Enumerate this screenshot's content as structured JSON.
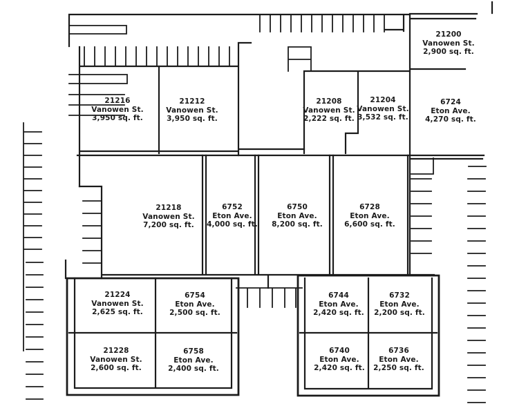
{
  "plan": {
    "ink_color": "#1b1b1b",
    "paper_color": "#ffffff",
    "streets_mentioned": [
      "Vanowen St.",
      "Eton Ave."
    ]
  },
  "units": [
    {
      "number": "21216",
      "street": "Vanowen St.",
      "area": "3,950 sq. ft."
    },
    {
      "number": "21212",
      "street": "Vanowen St.",
      "area": "3,950 sq. ft."
    },
    {
      "number": "21208",
      "street": "Vanowen St.",
      "area": "2,222 sq. ft."
    },
    {
      "number": "21204",
      "street": "Vanowen St.",
      "area": "3,532 sq. ft."
    },
    {
      "number": "21200",
      "street": "Vanowen St.",
      "area": "2,900 sq. ft."
    },
    {
      "number": "6724",
      "street": "Eton Ave.",
      "area": "4,270 sq. ft."
    },
    {
      "number": "21218",
      "street": "Vanowen St.",
      "area": "7,200 sq. ft."
    },
    {
      "number": "6752",
      "street": "Eton Ave.",
      "area": "4,000 sq. ft."
    },
    {
      "number": "6750",
      "street": "Eton Ave.",
      "area": "8,200 sq. ft."
    },
    {
      "number": "6728",
      "street": "Eton Ave.",
      "area": "6,600 sq. ft."
    },
    {
      "number": "21224",
      "street": "Vanowen St.",
      "area": "2,625 sq. ft."
    },
    {
      "number": "6754",
      "street": "Eton Ave.",
      "area": "2,500 sq. ft."
    },
    {
      "number": "21228",
      "street": "Vanowen St.",
      "area": "2,600 sq. ft."
    },
    {
      "number": "6758",
      "street": "Eton Ave.",
      "area": "2,400 sq. ft."
    },
    {
      "number": "6744",
      "street": "Eton Ave.",
      "area": "2,420 sq. ft."
    },
    {
      "number": "6732",
      "street": "Eton Ave.",
      "area": "2,200 sq. ft."
    },
    {
      "number": "6740",
      "street": "Eton Ave.",
      "area": "2,420 sq. ft."
    },
    {
      "number": "6736",
      "street": "Eton Ave.",
      "area": "2,250 sq. ft."
    }
  ]
}
